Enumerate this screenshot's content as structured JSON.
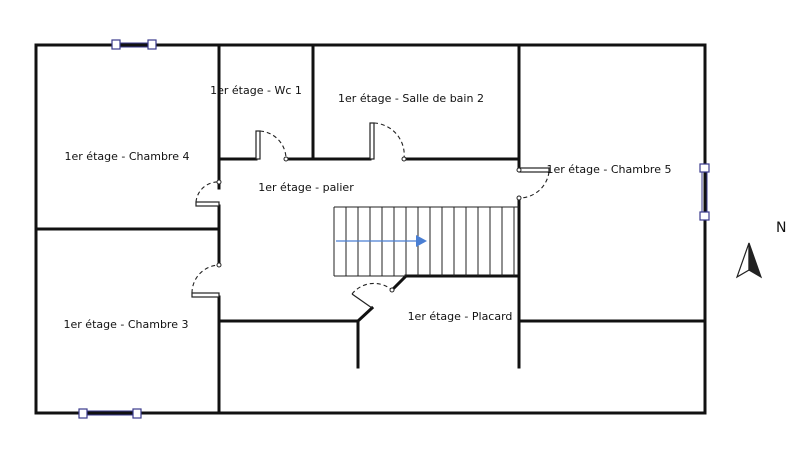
{
  "floor_plan": {
    "rooms": {
      "wc1": "1er étage - Wc 1",
      "salle_de_bain_2": "1er étage - Salle de bain 2",
      "chambre_4": "1er étage - Chambre 4",
      "palier": "1er étage - palier",
      "chambre_5": "1er étage - Chambre 5",
      "chambre_3": "1er étage - Chambre 3",
      "placard": "1er étage - Placard"
    },
    "north_label": "N",
    "stair_arrow_color": "#4a7fd4"
  }
}
